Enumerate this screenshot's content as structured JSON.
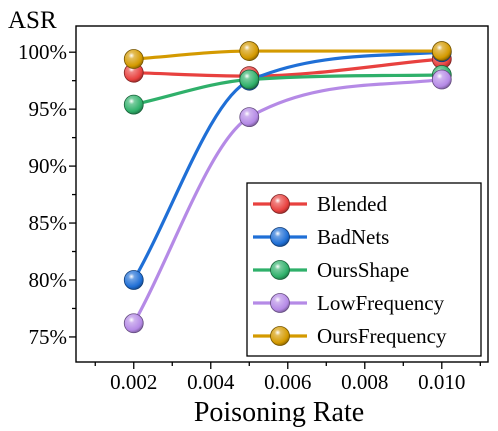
{
  "chart_data": {
    "type": "line",
    "title": "",
    "xlabel": "Poisoning Rate",
    "ylabel": "ASR",
    "x": [
      0.002,
      0.005,
      0.01
    ],
    "xlim": [
      0.0005,
      0.0112
    ],
    "ylim": [
      72.8,
      102.3
    ],
    "xticks": [
      0.002,
      0.004,
      0.006,
      0.008,
      0.01
    ],
    "xtick_labels": [
      "0.002",
      "0.004",
      "0.006",
      "0.008",
      "0.010"
    ],
    "yticks": [
      75,
      80,
      85,
      90,
      95,
      100
    ],
    "ytick_labels": [
      "75%",
      "80%",
      "85%",
      "90%",
      "95%",
      "100%"
    ],
    "grid": false,
    "legend_position": "bottom-right",
    "series": [
      {
        "name": "Blended",
        "values": [
          98.2,
          97.9,
          99.4
        ],
        "color": "#e8413f"
      },
      {
        "name": "BadNets",
        "values": [
          80.0,
          97.5,
          100.0
        ],
        "color": "#1f6fd6"
      },
      {
        "name": "OursShape",
        "values": [
          95.4,
          97.6,
          98.0
        ],
        "color": "#2fb06a"
      },
      {
        "name": "LowFrequency",
        "values": [
          76.2,
          94.3,
          97.6
        ],
        "color": "#b58ae6"
      },
      {
        "name": "OursFrequency",
        "values": [
          99.4,
          100.1,
          100.1
        ],
        "color": "#d49a00"
      }
    ]
  }
}
